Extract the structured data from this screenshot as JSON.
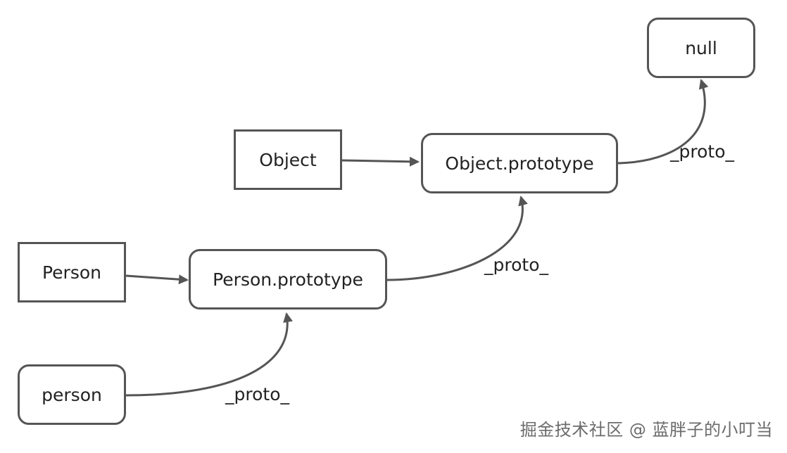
{
  "diagram": {
    "nodes": {
      "null": {
        "label": "null"
      },
      "object": {
        "label": "Object"
      },
      "object_prototype": {
        "label": "Object.prototype"
      },
      "person_ctor": {
        "label": "Person"
      },
      "person_prototype": {
        "label": "Person.prototype"
      },
      "person_instance": {
        "label": "person"
      }
    },
    "edge_labels": {
      "person_instance_to_person_prototype": "_proto_",
      "person_prototype_to_object_prototype": "_proto_",
      "object_prototype_to_null": "_proto_"
    }
  },
  "watermark": {
    "text": "掘金技术社区 @ 蓝胖子的小叮当"
  },
  "colors": {
    "stroke": "#555555",
    "text": "#222222",
    "watermark": "#6b6b6b"
  }
}
